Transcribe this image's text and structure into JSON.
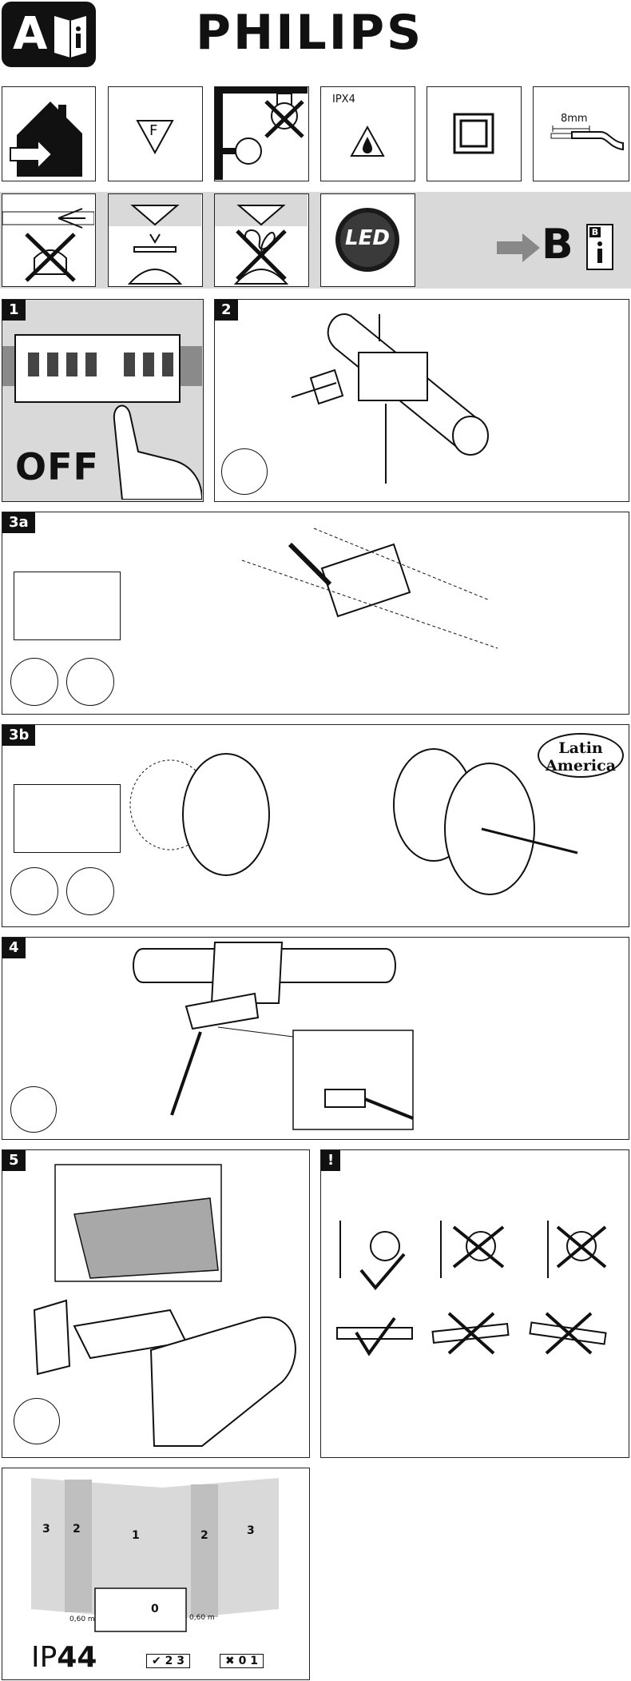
{
  "header": {
    "badge_letter": "A",
    "brand": "PHILIPS"
  },
  "symbols": {
    "f_mark": "F",
    "ipx_label": "IPX4",
    "wire_strip_length": "8mm",
    "led_label": "LED",
    "go_to_booklet_letter": "B",
    "booklet_letter": "B"
  },
  "steps": {
    "s1": "1",
    "s1_caption": "OFF",
    "s2": "2",
    "s3a": "3a",
    "s3b": "3b",
    "s3b_region": "Latin America",
    "s4": "4",
    "s5": "5",
    "warning": "!"
  },
  "bathroom": {
    "zone_3_left": "3",
    "zone_2_left": "2",
    "zone_1": "1",
    "zone_2_right": "2",
    "zone_3_right": "3",
    "zone_0": "0",
    "dist_left": "0,60 m",
    "dist_right": "0,60 m",
    "ip_prefix": "IP",
    "ip_value": "44",
    "allowed_zones": [
      "2",
      "3"
    ],
    "forbidden_zones": [
      "0",
      "1"
    ]
  }
}
